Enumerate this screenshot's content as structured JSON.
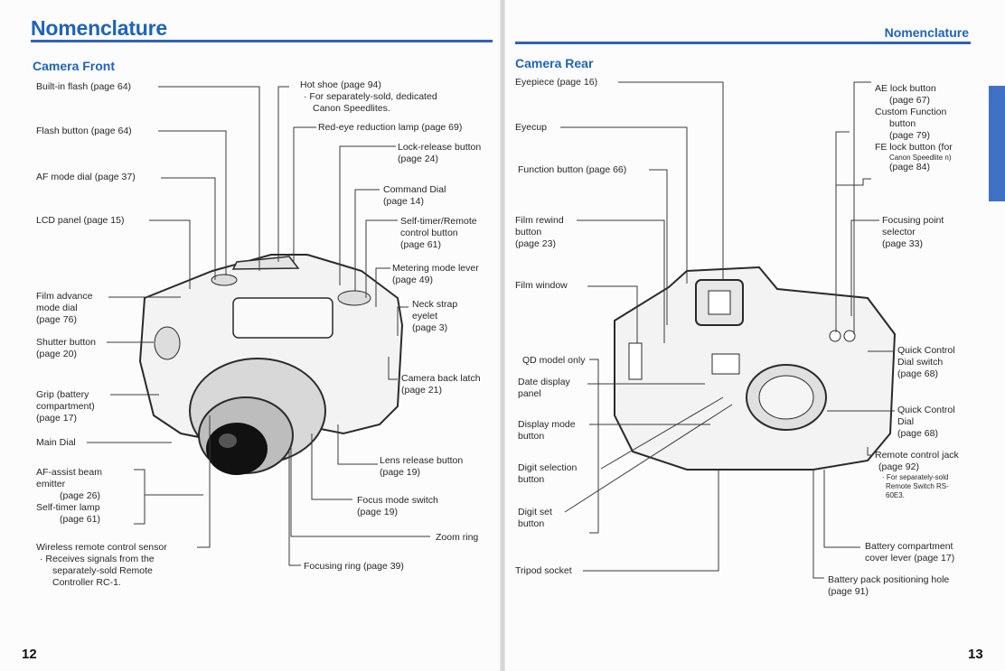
{
  "left_page": {
    "title": "Nomenclature",
    "section": "Camera Front",
    "page_number": "12",
    "labels": [
      [
        "Built-in flash (page 64)"
      ],
      [
        "Flash button (page 64)"
      ],
      [
        "AF mode dial (page 37)"
      ],
      [
        "LCD panel (page 15)"
      ],
      [
        "Film advance",
        "mode dial",
        "(page 76)"
      ],
      [
        "Shutter button",
        "(page 20)"
      ],
      [
        "Grip (battery",
        "compartment)",
        "(page 17)"
      ],
      [
        "Main Dial"
      ],
      [
        "AF-assist beam",
        "emitter",
        "(page 26)",
        "Self-timer lamp",
        "(page 61)"
      ],
      [
        "Wireless remote control sensor",
        "· Receives signals from the",
        "separately-sold Remote",
        "Controller RC-1."
      ],
      [
        "Hot shoe (page 94)",
        "· For separately-sold, dedicated",
        "Canon Speedlites."
      ],
      [
        "Red-eye reduction lamp (page 69)"
      ],
      [
        "Lock-release button",
        "(page 24)"
      ],
      [
        "Command Dial",
        "(page 14)"
      ],
      [
        "Self-timer/Remote",
        "control button",
        "(page 61)"
      ],
      [
        "Metering mode lever",
        "(page 49)"
      ],
      [
        "Neck strap",
        "eyelet",
        "(page 3)"
      ],
      [
        "Camera back latch",
        "(page 21)"
      ],
      [
        "Lens release button",
        "(page 19)"
      ],
      [
        "Focus mode switch",
        "(page 19)"
      ],
      [
        "Zoom ring"
      ],
      [
        "Focusing ring (page 39)"
      ]
    ]
  },
  "right_page": {
    "title": "Nomenclature",
    "section": "Camera Rear",
    "page_number": "13",
    "labels": [
      [
        "Eyepiece (page 16)"
      ],
      [
        "Eyecup"
      ],
      [
        "Function button (page 66)"
      ],
      [
        "Film rewind",
        "button",
        "(page 23)"
      ],
      [
        "Film window"
      ],
      [
        "QD model only"
      ],
      [
        "Date display",
        "panel"
      ],
      [
        "Display mode",
        "button"
      ],
      [
        "Digit selection",
        "button"
      ],
      [
        "Digit set",
        "button"
      ],
      [
        "Tripod socket"
      ],
      [
        "AE lock button",
        "(page 67)",
        "Custom Function",
        "button",
        "(page 79)",
        "FE lock button (for",
        "Canon Speedlite n)",
        "(page 84)"
      ],
      [
        "Focusing point",
        "selector",
        "(page 33)"
      ],
      [
        "Quick Control",
        "Dial switch",
        "(page 68)"
      ],
      [
        "Quick Control",
        "Dial",
        "(page 68)"
      ],
      [
        "Remote control jack",
        "(page 92)",
        "· For separately-sold",
        "Remote Switch RS-",
        "60E3."
      ],
      [
        "Battery compartment",
        "cover lever (page 17)"
      ],
      [
        "Battery pack positioning hole",
        "(page 91)"
      ]
    ]
  }
}
